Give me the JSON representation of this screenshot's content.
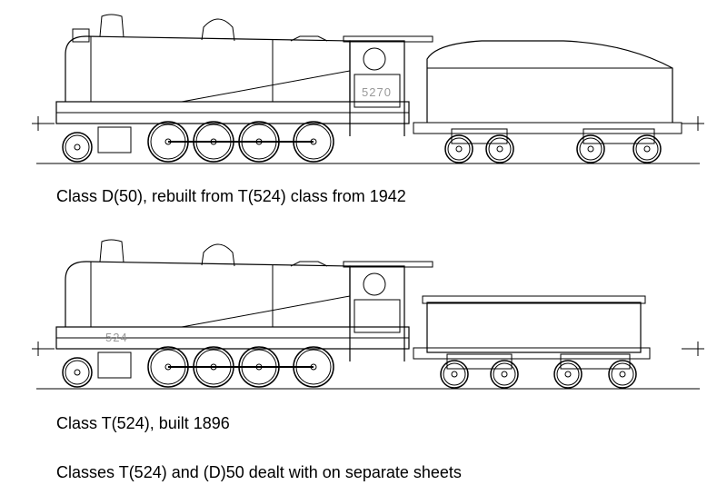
{
  "diagrams": [
    {
      "caption": "Class D(50), rebuilt from T(524) class from 1942",
      "number_plate": "5270"
    },
    {
      "caption": "Class T(524), built 1896",
      "number_plate": "524"
    }
  ],
  "footnote": "Classes T(524) and (D)50 dealt with on separate sheets"
}
